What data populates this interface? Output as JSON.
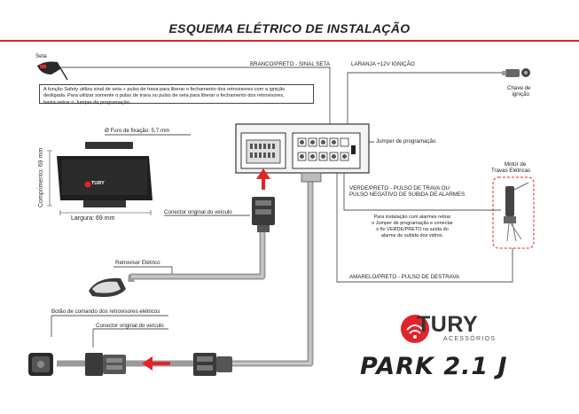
{
  "title": "ESQUEMA ELÉTRICO DE INSTALAÇÃO",
  "labels": {
    "seta": "Seta",
    "branco_preto": "BRANCO/PRETO - SINAL SETA",
    "laranja": "LARANJA  +12V IGNIÇÃO",
    "chave_line1": "Chave de",
    "chave_line2": "ignição",
    "furo": "Ø Furo de fixação: 5,7 mm",
    "comprimento": "Comprimento: 69 mm",
    "largura": "Largura: 69 mm",
    "jumper": "Jumper de programação",
    "motor_line1": "Motor de",
    "motor_line2": "Travas Elétricas",
    "verde_preto_line1": "VERDE/PRETO - PULSO DE TRAVA OU",
    "verde_preto_line2": "PULSO NEGATIVO DE SUBIDA DE ALARMES",
    "conector_original_top": "Conector original do veículo",
    "retrovisor": "Retrovisor Elétrico",
    "amarelo_preto": "AMARELO/PRETO - PULSO DE DESTRAVA",
    "botao": "Botão de comando dos retrovisores elétricos",
    "conector_original_bottom": "Conector original do veículo",
    "module_brand": "TURY"
  },
  "notes": {
    "safety_line1": "A função Safety utiliza sinal de seta + pulso de trava para liberar o fechamento dos retrovisores com a ignição",
    "safety_line2": "desligada. Para utilizar somente o pulso de trava ou pulso de seta para liberar o fechamento dos retrovisores,",
    "safety_line3": "basta retirar o Jumper de programação.",
    "alarm_line1": "Para instalação com alarmes retirar",
    "alarm_line2": "o Jumper de programação e conectar",
    "alarm_line3": "o fio VERDE/PRETO na saída do",
    "alarm_line4": "alarme de subida dos vidros."
  },
  "brand": {
    "name": "TURY",
    "subtitle": "ACESSÓRIOS",
    "product": "PARK 2.1 J"
  },
  "colors": {
    "accent": "#e2242a",
    "cable": "#9a9a9a",
    "wire": "#555555",
    "module": "#1f1f1f"
  }
}
